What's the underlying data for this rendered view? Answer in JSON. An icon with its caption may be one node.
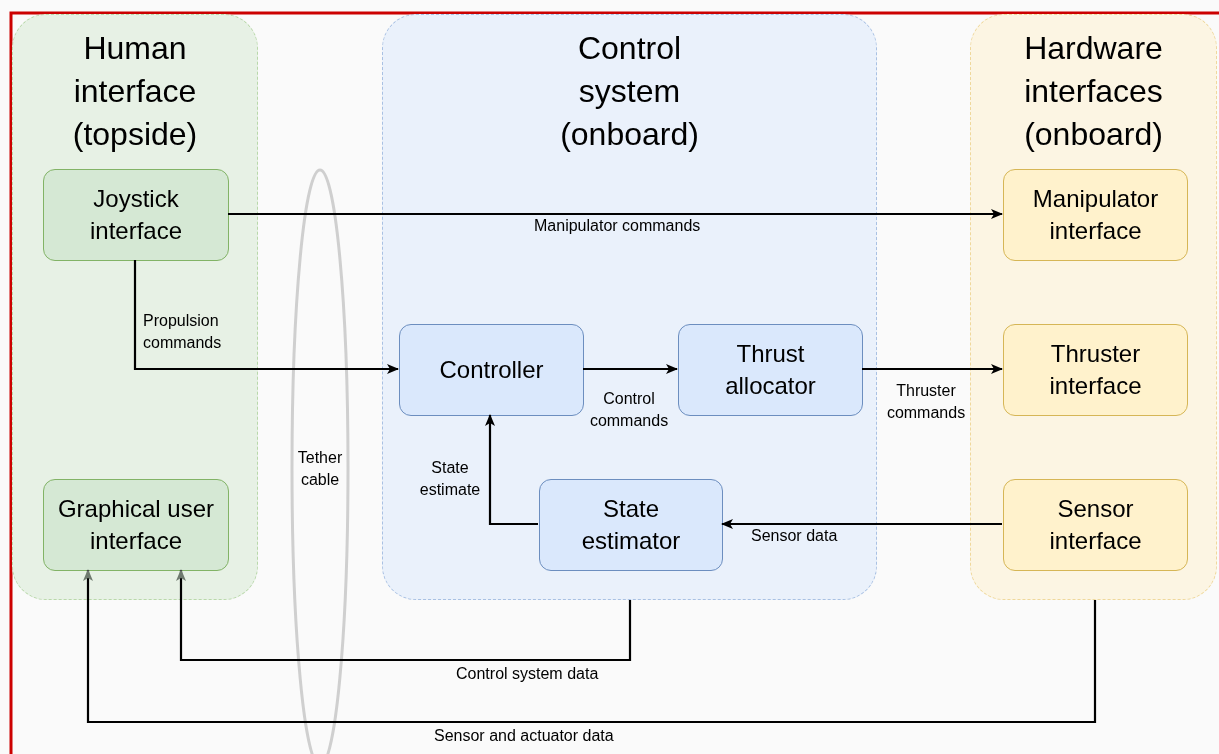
{
  "diagram": {
    "nodes": [
      {
        "text": [
          "Human interface (topside)"
        ]
      },
      {
        "text": [
          "Joystick interface"
        ],
        "in": 0
      },
      {
        "text": [
          "Graphical user interface"
        ],
        "in": 0
      },
      {
        "text": [
          "Control system (onboard)"
        ]
      },
      {
        "text": [
          "Controller"
        ],
        "in": 3
      },
      {
        "text": [
          "Thrust allocator"
        ],
        "in": 3
      },
      {
        "text": [
          "State estimator"
        ],
        "in": 3
      },
      {
        "text": [
          "Hardware interfaces (onboard)"
        ]
      },
      {
        "text": [
          "Manipulator interface"
        ],
        "in": 7
      },
      {
        "text": [
          "Thruster interface"
        ],
        "in": 7
      },
      {
        "text": [
          "Sensor interface"
        ],
        "in": 7
      }
    ],
    "labels": [
      "Tether cable"
    ],
    "edges": [
      {
        "from": 1,
        "to": 8,
        "arrow": "to",
        "label": "Manipulator commands"
      },
      {
        "from": 1,
        "to": 4,
        "arrow": "to",
        "label": "Propulsion commands"
      },
      {
        "from": 4,
        "to": 5,
        "arrow": "to",
        "label": "Control commands"
      },
      {
        "from": 5,
        "to": 9,
        "arrow": "to",
        "label": "Thruster commands"
      },
      {
        "from": 10,
        "to": 6,
        "arrow": "to",
        "label": "Sensor data"
      },
      {
        "from": 6,
        "to": 4,
        "arrow": "to",
        "label": "State estimate"
      },
      {
        "from": 3,
        "to": 2,
        "arrow": "to",
        "label": "Control system data"
      },
      {
        "from": 7,
        "to": 2,
        "arrow": "to",
        "label": "Sensor and actuator data"
      }
    ]
  }
}
